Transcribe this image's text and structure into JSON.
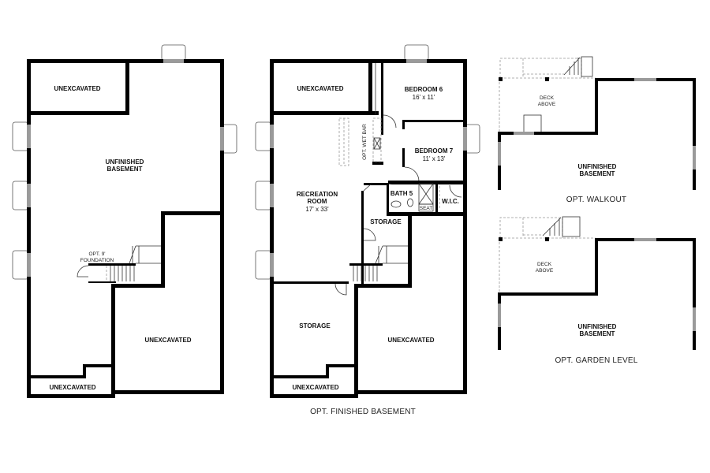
{
  "plans": {
    "unfinished": {
      "rooms": {
        "unexcavated_top": "UNEXCAVATED",
        "basement_line1": "UNFINISHED",
        "basement_line2": "BASEMENT",
        "unexcavated_right": "UNEXCAVATED",
        "unexcavated_bottom": "UNEXCAVATED"
      },
      "note_line1": "OPT. 9'",
      "note_line2": "FOUNDATION"
    },
    "finished": {
      "caption": "OPT. FINISHED BASEMENT",
      "rooms": {
        "unexcavated_top": "UNEXCAVATED",
        "bedroom6": "BEDROOM 6",
        "bedroom6_dim": "16' x 11'",
        "bedroom7": "BEDROOM 7",
        "bedroom7_dim": "11' x 13'",
        "rec_line1": "RECREATION",
        "rec_line2": "ROOM",
        "rec_dim": "17' x 33'",
        "bath5": "BATH 5",
        "seat": "SEAT",
        "wic": "W.I.C.",
        "storage_upper": "STORAGE",
        "storage_lower": "STORAGE",
        "unexcavated_right": "UNEXCAVATED",
        "unexcavated_bottom": "UNEXCAVATED",
        "wet_bar": "OPT. WET BAR"
      }
    },
    "walkout": {
      "caption": "OPT. WALKOUT",
      "deck_line1": "DECK",
      "deck_line2": "ABOVE",
      "basement_line1": "UNFINISHED",
      "basement_line2": "BASEMENT"
    },
    "garden": {
      "caption": "OPT. GARDEN LEVEL",
      "deck_line1": "DECK",
      "deck_line2": "ABOVE",
      "basement_line1": "UNFINISHED",
      "basement_line2": "BASEMENT"
    }
  },
  "colors": {
    "wall": "#000000",
    "window": "#9a9a9a",
    "background": "#ffffff"
  }
}
